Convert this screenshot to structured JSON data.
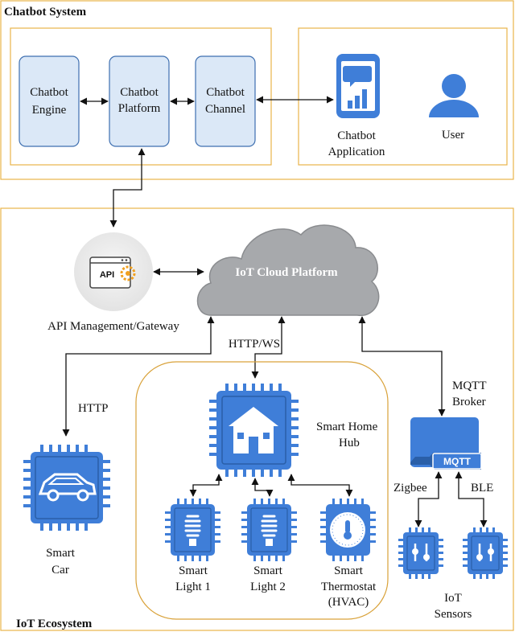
{
  "colors": {
    "region_border": "#e8b34a",
    "hub_border": "#d9a23a",
    "box_fill": "#dbe8f7",
    "box_border": "#3e6fb0",
    "chip_blue": "#3f7ed8",
    "chip_dark": "#2a5fa8",
    "cloud_fill": "#a7a9ac",
    "line": "#111111"
  },
  "chatbot_system": {
    "title": "Chatbot System",
    "engine_label": [
      "Chatbot",
      "Engine"
    ],
    "platform_label": [
      "Chatbot",
      "Platform"
    ],
    "channel_label": [
      "Chatbot",
      "Channel"
    ],
    "application_label": [
      "Chatbot",
      "Application"
    ],
    "user_label": "User",
    "icons": [
      "smartphone-app-icon",
      "user-icon"
    ]
  },
  "iot_ecosystem": {
    "title": "IoT Ecosystem",
    "api_gateway": {
      "icon_text": "API",
      "label": "API Management/Gateway"
    },
    "cloud_label": "IoT Cloud Platform",
    "http_ws_label": "HTTP/WS",
    "http_label": "HTTP",
    "mqtt_broker_label": [
      "MQTT",
      "Broker"
    ],
    "mqtt_icon_text": "MQTT",
    "zigbee_label": "Zigbee",
    "ble_label": "BLE",
    "hub_label": [
      "Smart Home",
      "Hub"
    ],
    "car_label": [
      "Smart",
      "Car"
    ],
    "light1_label": [
      "Smart",
      "Light 1"
    ],
    "light2_label": [
      "Smart",
      "Light 2"
    ],
    "thermostat_label": [
      "Smart",
      "Thermostat",
      "(HVAC)"
    ],
    "sensors_label": [
      "IoT",
      "Sensors"
    ]
  }
}
